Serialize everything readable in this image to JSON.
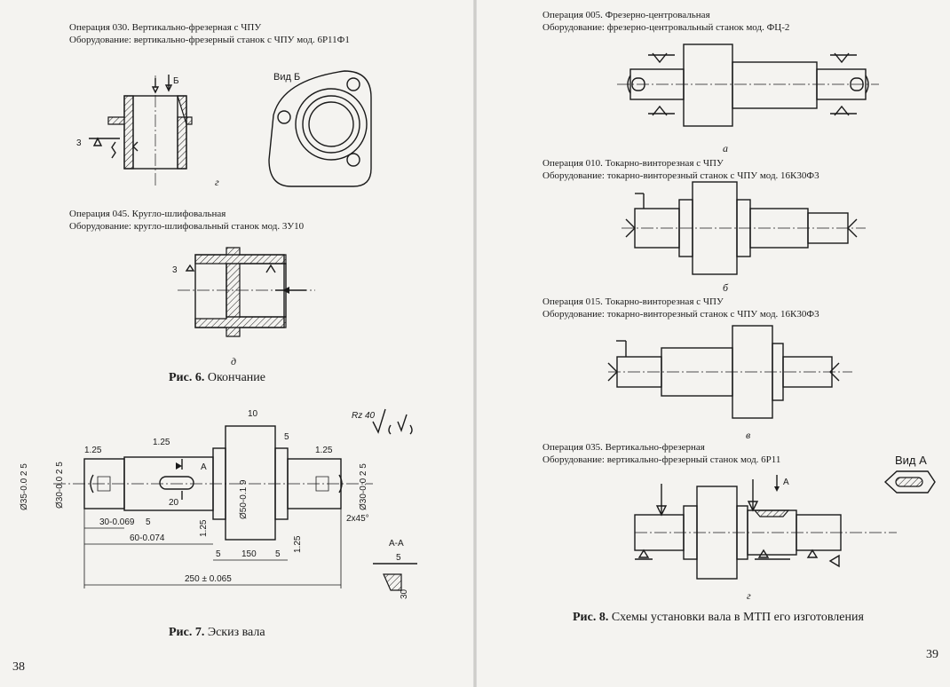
{
  "left_page": {
    "op030": {
      "line1": "Операция  030. Вертикально-фрезерная с ЧПУ",
      "line2": "Оборудование: вертикально-фрезерный станок  с ЧПУ мод. 6Р11Ф1"
    },
    "fig_g_label": "г",
    "view_b_label": "Вид Б",
    "arrow_b_label": "Б",
    "op045": {
      "line1": "Операция  045. Кругло-шлифовальная",
      "line2": "Оборудование: кругло-шлифовальный станок   мод. 3У10"
    },
    "fig_d_label": "д",
    "fig6_caption": {
      "bold": "Рис. 6.",
      "text": " Окончание"
    },
    "fig7_caption": {
      "bold": "Рис. 7.",
      "text": " Эскиз вала"
    },
    "roughness": "Rz 40",
    "section_label": "А-А",
    "dims": {
      "d35": "Ø35-0.0 2 5",
      "d30a": "Ø30-0.0 2 5",
      "d30b": "Ø30-0.0 2 5",
      "d50": "Ø50-0.1 9",
      "r125": "1.25",
      "l10": "10",
      "l5": "5",
      "l30": "30-0.069",
      "l60": "60-0.074",
      "l20": "20",
      "l150": "150",
      "l250": "250 ± 0.065",
      "chamfer": "2x45°",
      "arrow_a": "А",
      "sec5": "5",
      "sec30": "30"
    },
    "page_number": "38"
  },
  "right_page": {
    "op005": {
      "line1": "Операция  005. Фрезерно-центровальная",
      "line2": "Оборудование: фрезерно-центровальный станок   мод. ФЦ-2"
    },
    "fig_a_label": "а",
    "op010": {
      "line1": "Операция  010. Токарно-винторезная с ЧПУ",
      "line2": "Оборудование: токарно-винторезный станок с ЧПУ мод. 16К30Ф3"
    },
    "fig_b_label": "б",
    "op015": {
      "line1": "Операция  015. Токарно-винторезная с ЧПУ",
      "line2": "Оборудование: токарно-винторезный станок с ЧПУ мод. 16К30Ф3"
    },
    "fig_v_label": "в",
    "op035": {
      "line1": "Операция  035. Вертикально-фрезерная",
      "line2": "Оборудование: вертикально-фрезерный  станок мод. 6Р11"
    },
    "view_a_label": "Вид А",
    "arrow_a_label": "А",
    "fig_g2_label": "г",
    "fig8_caption": {
      "bold": "Рис. 8.",
      "text": " Схемы установки вала в МТП его изготовления"
    },
    "page_number": "39"
  }
}
